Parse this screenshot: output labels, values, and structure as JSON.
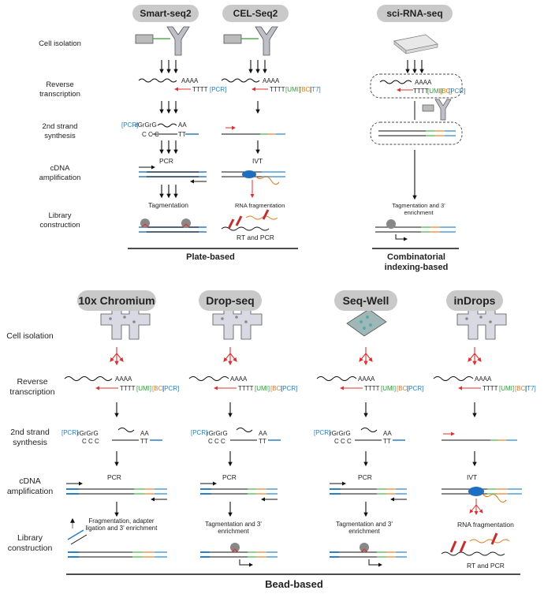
{
  "top": {
    "methods": [
      "Smart-seq2",
      "CEL-Seq2",
      "sci-RNA-seq"
    ],
    "rows": [
      "Cell isolation",
      "Reverse transcription",
      "2nd strand synthesis",
      "cDNA amplification",
      "Library construction"
    ],
    "smart": {
      "polyA": "AAAA",
      "rt": "TTTT",
      "pcr_tag": "[PCR]",
      "rgrg": "rGrGrG",
      "ccc": "C C C",
      "aa": "AA",
      "tt": "TT",
      "amp": "PCR",
      "lib": "Tagmentation"
    },
    "cel": {
      "polyA": "AAAA",
      "rt": "TTTT",
      "umi": "[UMI]",
      "bc": "[BC]",
      "t7": "[T7]",
      "amp": "IVT",
      "lib1": "RNA fragmentation",
      "lib2": "RT and PCR"
    },
    "sci": {
      "polyA": "AAAA",
      "rt": "TTTT",
      "umi": "[UMI]",
      "bc": "[BC]",
      "pcr": "[PCR]",
      "lib": "Tagmentation and 3' enrichment"
    },
    "group_plate": "Plate-based",
    "group_comb": "Combinatorial indexing-based"
  },
  "bottom": {
    "methods": [
      "10x Chromium",
      "Drop-seq",
      "Seq-Well",
      "inDrops"
    ],
    "rows": [
      "Cell isolation",
      "Reverse transcription",
      "2nd strand synthesis",
      "cDNA amplification",
      "Library construction"
    ],
    "polyA": "AAAA",
    "rt": "TTTT",
    "umi": "[UMI]",
    "bc": "[BC]",
    "pcr": "[PCR]",
    "t7": "[T7]",
    "rgrg": "rGrGrG",
    "ccc": "C C C",
    "aa": "AA",
    "tt": "TT",
    "amp_pcr": "PCR",
    "amp_ivt": "IVT",
    "lib_10x": "Fragmentation, adapter ligation and 3' enrichment",
    "lib_tag": "Tagmentation and 3' enrichment",
    "lib_indrops1": "RNA fragmentation",
    "lib_indrops2": "RT and PCR",
    "group_bead": "Bead-based"
  }
}
